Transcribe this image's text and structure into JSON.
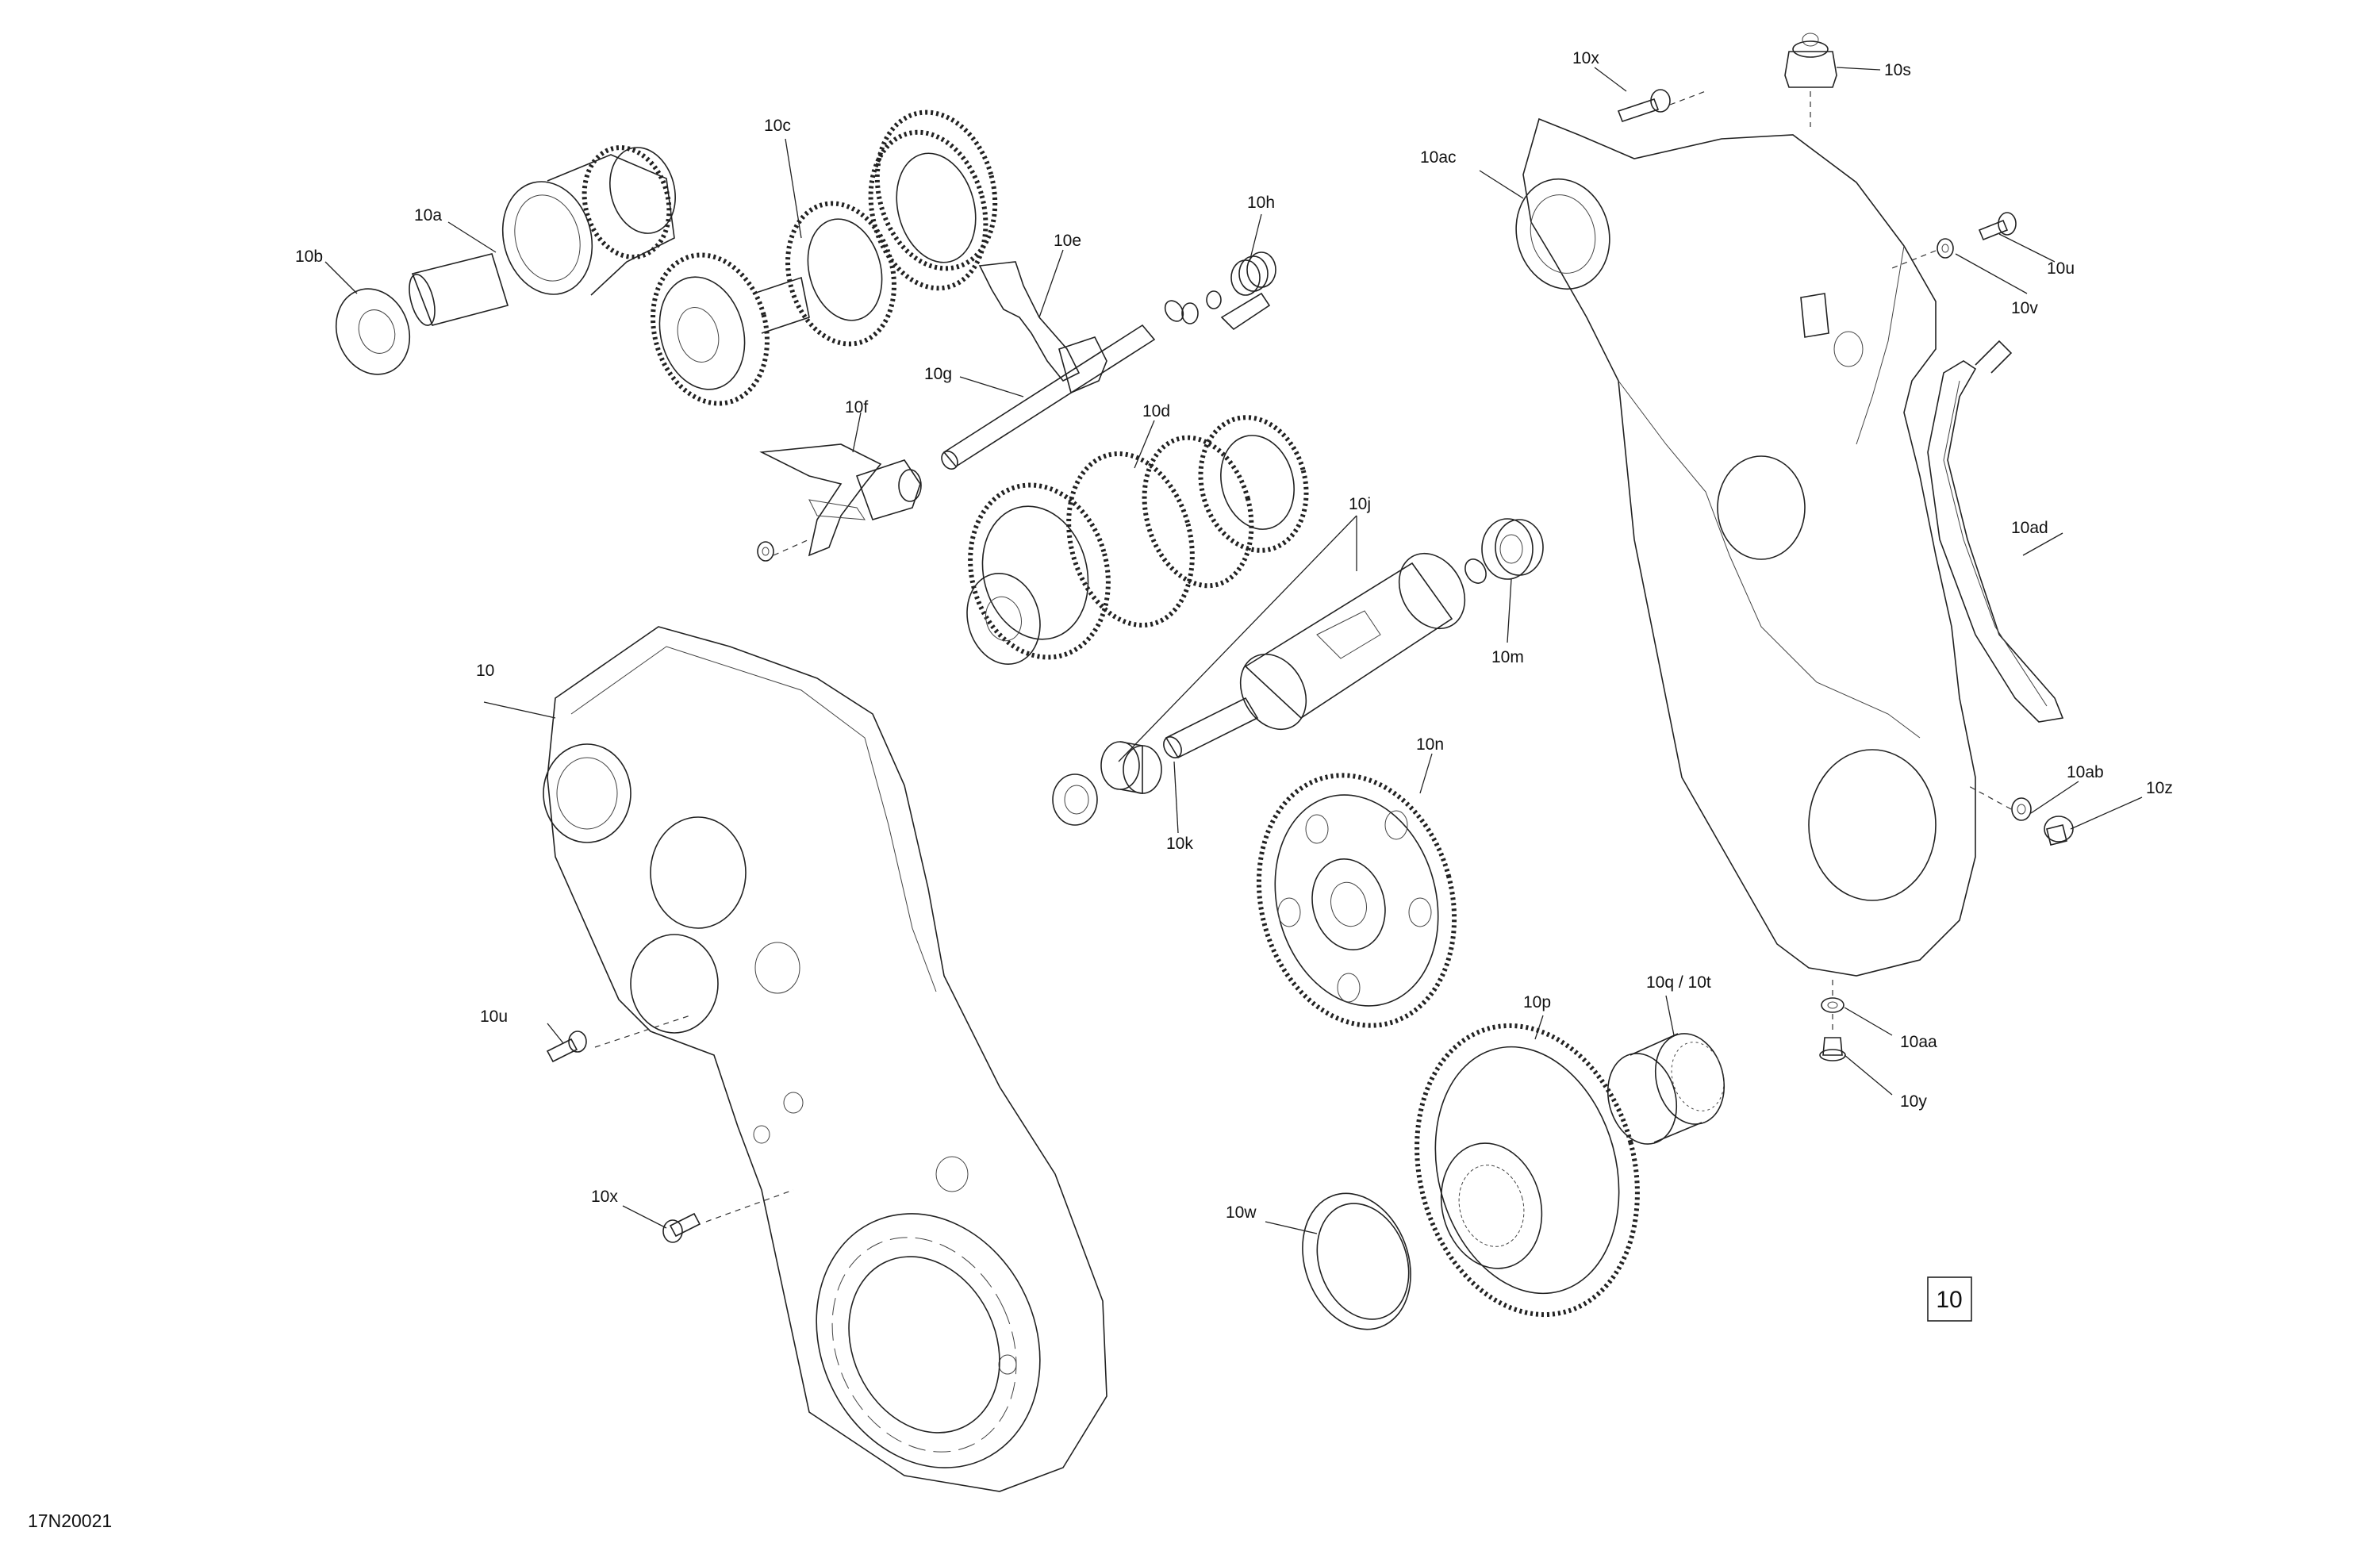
{
  "drawing_id": "17N20021",
  "section_number": "10",
  "callouts": {
    "c10": "10",
    "c10a": "10a",
    "c10b": "10b",
    "c10c": "10c",
    "c10d": "10d",
    "c10e": "10e",
    "c10f": "10f",
    "c10g": "10g",
    "c10h": "10h",
    "c10j": "10j",
    "c10k": "10k",
    "c10m": "10m",
    "c10n": "10n",
    "c10p": "10p",
    "c10qt": "10q / 10t",
    "c10s": "10s",
    "c10u_left": "10u",
    "c10u_right": "10u",
    "c10v": "10v",
    "c10w": "10w",
    "c10x_left": "10x",
    "c10x_top": "10x",
    "c10y": "10y",
    "c10z": "10z",
    "c10aa": "10aa",
    "c10ab": "10ab",
    "c10ac": "10ac",
    "c10ad": "10ad"
  }
}
